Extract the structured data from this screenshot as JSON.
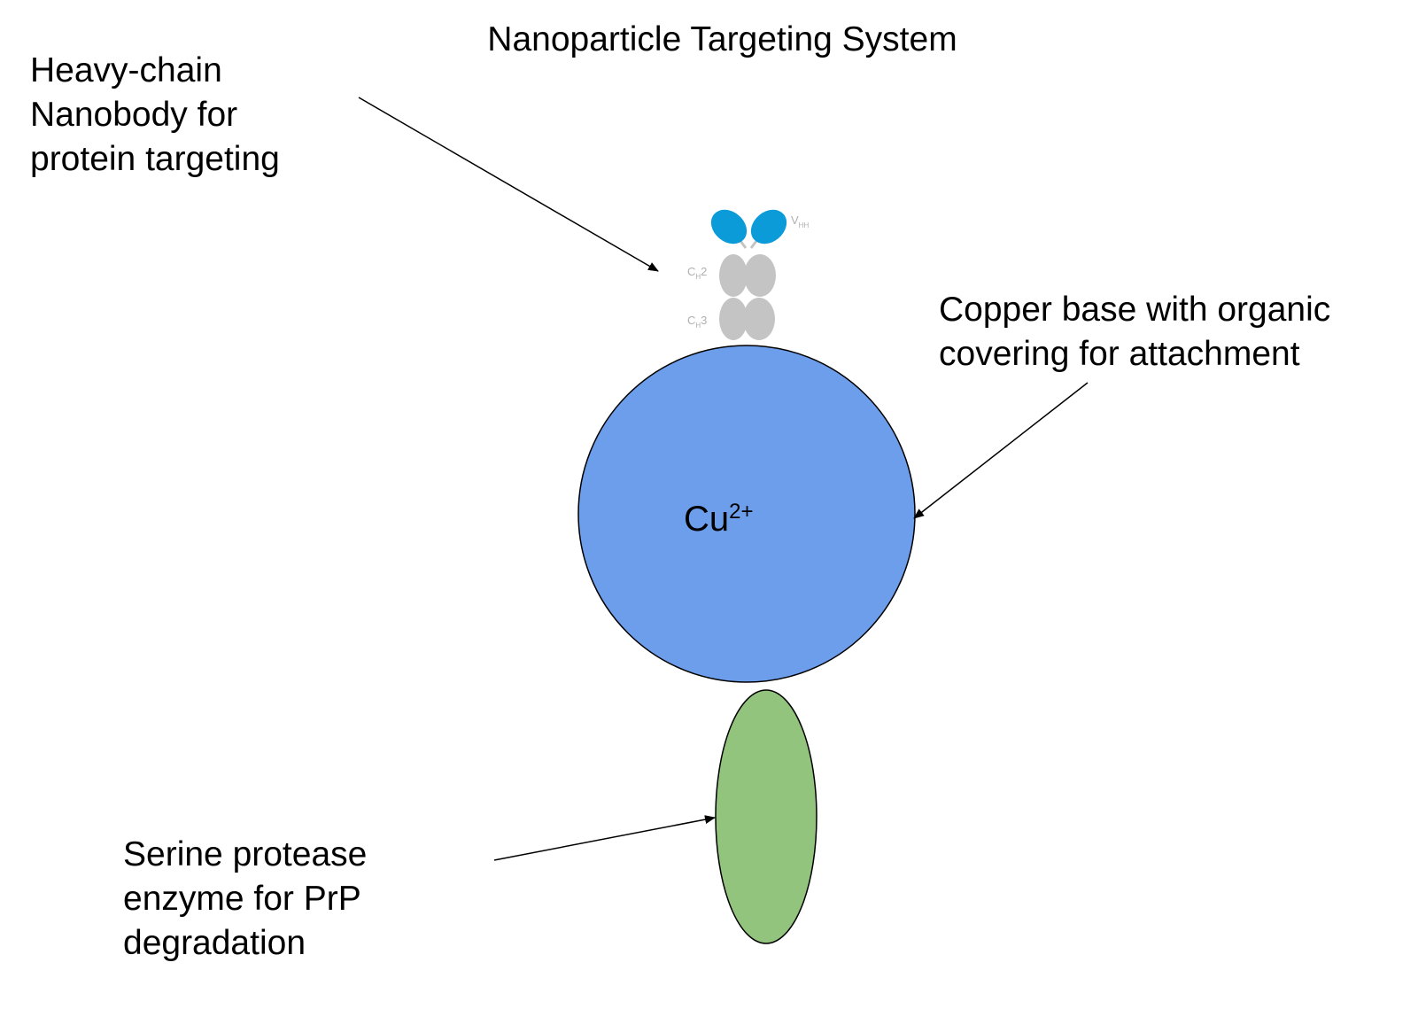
{
  "title": "Nanoparticle Targeting System",
  "labels": {
    "nanobody": [
      "Heavy-chain",
      "Nanobody for",
      "protein targeting"
    ],
    "copper": [
      "Copper base with organic",
      "covering for attachment"
    ],
    "protease": [
      "Serine protease",
      "enzyme for PrP",
      "degradation"
    ]
  },
  "core": {
    "symbol": "Cu",
    "charge": "2+"
  },
  "antibody_domains": {
    "variable": "V",
    "variable_sub": "HH",
    "ch2": "C",
    "ch2_sub": "H",
    "ch2_num": "2",
    "ch3": "C",
    "ch3_sub": "H",
    "ch3_num": "3"
  },
  "colors": {
    "copper_fill": "#6d9eeb",
    "protease_fill": "#93c47d",
    "nanobody_variable": "#0a9bd8",
    "nanobody_constant": "#c4c4c4",
    "domain_label": "#b0b0b0",
    "outline": "#000000"
  }
}
